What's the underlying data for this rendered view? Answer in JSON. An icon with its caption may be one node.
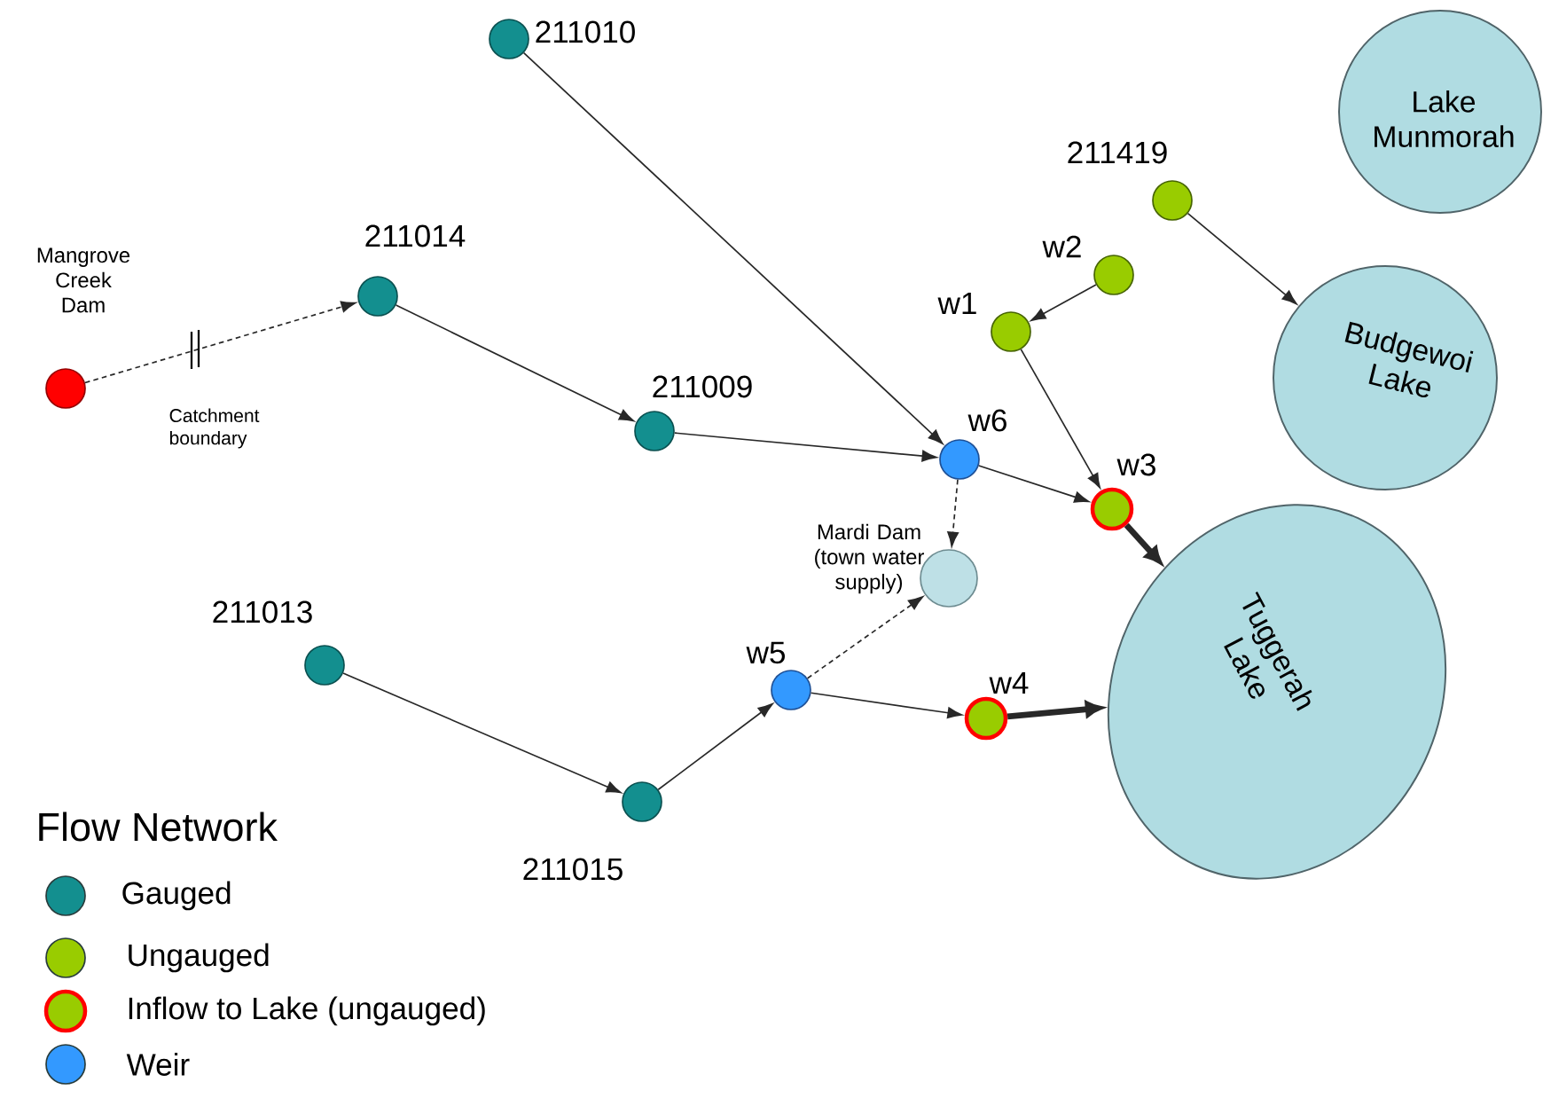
{
  "diagram": {
    "nodes": [
      {
        "text": [
          "211010"
        ]
      },
      {
        "text": [
          "211014"
        ]
      },
      {
        "text": [
          "Mangrove Creek Dam"
        ]
      },
      {
        "text": [
          "211009"
        ]
      },
      {
        "text": [
          "w6"
        ]
      },
      {
        "text": [
          "w2"
        ]
      },
      {
        "text": [
          "w1"
        ]
      },
      {
        "text": [
          "211419"
        ]
      },
      {
        "text": [
          "w3"
        ]
      },
      {
        "text": [
          "Mardi Dam (town water supply)"
        ]
      },
      {
        "text": [
          "211013"
        ]
      },
      {
        "text": [
          "211015"
        ]
      },
      {
        "text": [
          "w5"
        ]
      },
      {
        "text": [
          "w4"
        ]
      },
      {
        "text": [
          "Lake Munmorah"
        ]
      },
      {
        "text": [
          "Budgewoi Lake"
        ]
      },
      {
        "text": [
          "Tuggerah Lake"
        ]
      }
    ],
    "edges": [
      {
        "from": 2,
        "to": 1,
        "arrow": "to",
        "style": "dashed"
      },
      {
        "from": 1,
        "to": 3,
        "arrow": "to"
      },
      {
        "from": 0,
        "to": 4,
        "arrow": "to"
      },
      {
        "from": 3,
        "to": 4,
        "arrow": "to"
      },
      {
        "from": 4,
        "to": 8,
        "arrow": "to"
      },
      {
        "from": 4,
        "to": 9,
        "arrow": "to",
        "style": "dashed"
      },
      {
        "from": 5,
        "to": 6,
        "arrow": "to"
      },
      {
        "from": 6,
        "to": 8,
        "arrow": "to"
      },
      {
        "from": 7,
        "to": 15,
        "arrow": "to"
      },
      {
        "from": 8,
        "to": 16,
        "arrow": "to",
        "style": "thick"
      },
      {
        "from": 10,
        "to": 11,
        "arrow": "to"
      },
      {
        "from": 11,
        "to": 12,
        "arrow": "to"
      },
      {
        "from": 12,
        "to": 9,
        "arrow": "to",
        "style": "dashed"
      },
      {
        "from": 12,
        "to": 13,
        "arrow": "to"
      },
      {
        "from": 13,
        "to": 16,
        "arrow": "to",
        "style": "thick"
      }
    ],
    "labels": [
      "Catchment boundary",
      "Flow Network"
    ],
    "legend": [
      {
        "text": "Gauged",
        "color": "#138f8f"
      },
      {
        "text": "Ungauged",
        "color": "#99cc00"
      },
      {
        "text": "Inflow to Lake (ungauged)",
        "color": "#99cc00"
      },
      {
        "text": "Weir",
        "color": "#3399ff"
      }
    ]
  }
}
